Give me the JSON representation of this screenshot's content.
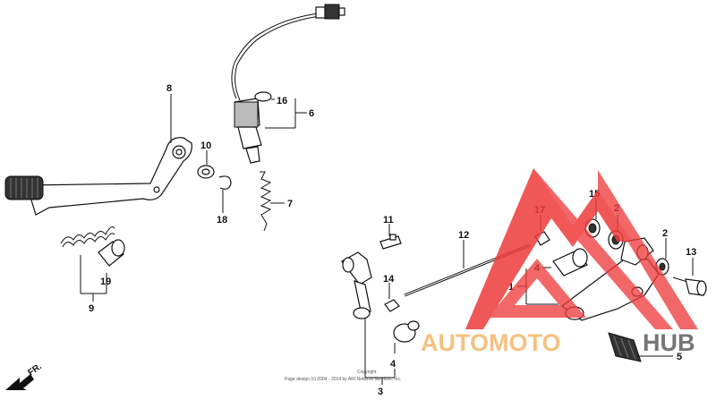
{
  "callouts": {
    "c1": "1",
    "c2a": "2",
    "c2b": "2",
    "c3": "3",
    "c4a": "4",
    "c4b": "4",
    "c5": "5",
    "c6": "6",
    "c7": "7",
    "c8": "8",
    "c9": "9",
    "c10": "10",
    "c11": "11",
    "c12": "12",
    "c13": "13",
    "c14": "14",
    "c15": "15",
    "c16": "16",
    "c17": "17",
    "c18": "18",
    "c19": "19"
  },
  "direction_label": "FR.",
  "copyright": {
    "line1": "Copyright",
    "line2": "Page design (c) 2004 - 2014 by ARI Network Services, Inc."
  },
  "watermark": {
    "text_a": "AUTOMOTO",
    "text_b": "HUB",
    "color_orange": "#f5b76b",
    "color_red": "#ee3b3b",
    "color_gray": "#5f5f5f"
  }
}
